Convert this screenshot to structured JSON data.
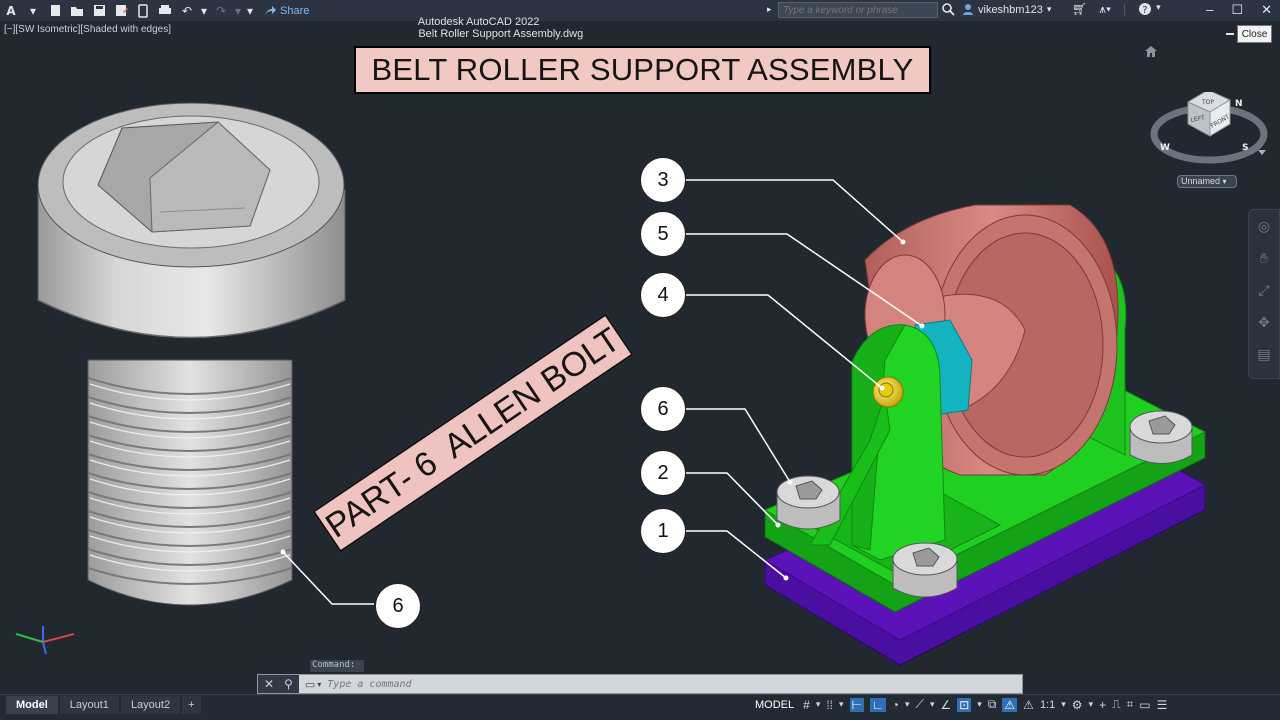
{
  "titlebar": {
    "app_logo": "A",
    "app_name": "Autodesk AutoCAD 2022",
    "file_name": "Belt Roller Support Assembly.dwg",
    "share_label": "Share",
    "search_placeholder": "Type a keyword or phrase",
    "username": "vikeshbm123",
    "close_tooltip": "Close"
  },
  "viewport": {
    "label": "[−][SW Isometric][Shaded with edges]",
    "heading": "BELT ROLLER SUPPORT ASSEMBLY",
    "part_label": "PART- 6  ALLEN BOLT",
    "viewcube": {
      "top": "TOP",
      "left": "LEFT",
      "front": "FRONT",
      "compass_n": "N",
      "compass_w": "W",
      "compass_s": "S",
      "ucs_menu": "Unnamed"
    }
  },
  "balloons": {
    "left": "6",
    "b3": "3",
    "b5": "5",
    "b4": "4",
    "b6": "6",
    "b2": "2",
    "b1": "1"
  },
  "colors": {
    "background": "#212830",
    "roller": "#c06a66",
    "bracket": "#19c41b",
    "base_plate": "#5b12b9",
    "bushing": "#13b4c0",
    "pin": "#e3cc12",
    "bolt": "#c9c9c9",
    "banner": "#f1c9c2"
  },
  "command": {
    "history_label": "Command:",
    "input_placeholder": "Type a command"
  },
  "statusbar": {
    "tabs": [
      "Model",
      "Layout1",
      "Layout2"
    ],
    "add_tab": "+",
    "model_label": "MODEL",
    "scale_label": "1:1"
  },
  "icons": [
    "new-icon",
    "open-icon",
    "save-icon",
    "saveas-icon",
    "webmobile-icon",
    "print-icon",
    "undo-icon",
    "redo-icon",
    "share-icon",
    "search-icon",
    "user-icon",
    "cart-icon",
    "autodesk-apps-icon",
    "help-icon",
    "home-icon",
    "pan-icon",
    "zoom-icon",
    "orbit-icon",
    "grid-icon",
    "snap-icon",
    "ortho-icon",
    "polar-icon",
    "osnap-icon",
    "gear-icon"
  ]
}
